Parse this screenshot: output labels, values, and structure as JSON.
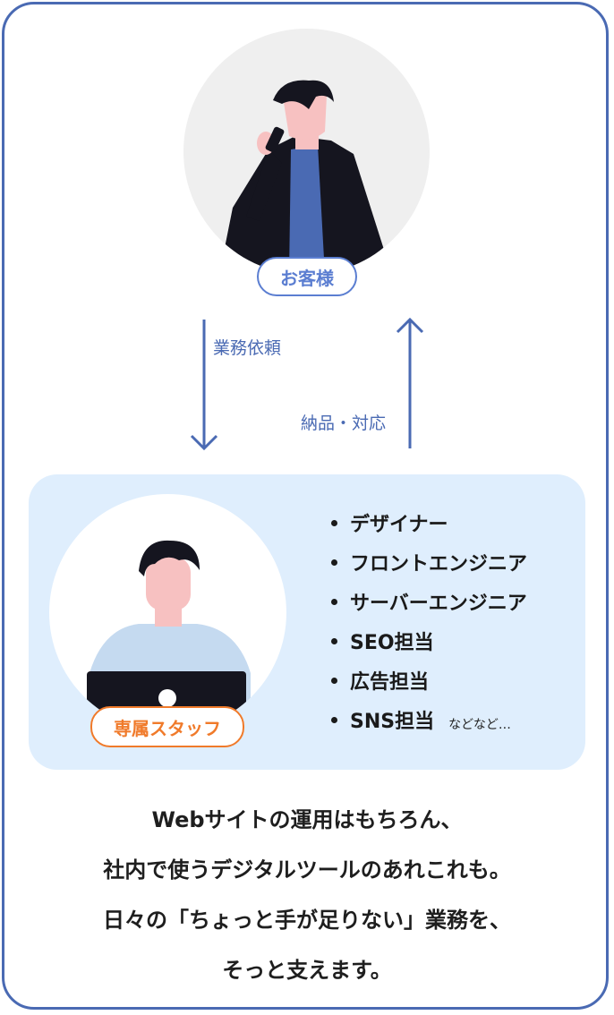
{
  "customer": {
    "label": "お客様"
  },
  "flow": {
    "request_label": "業務依頼",
    "delivery_label": "納品・対応"
  },
  "staff": {
    "label": "専属スタッフ",
    "roles": [
      "デザイナー",
      "フロントエンジニア",
      "サーバーエンジニア",
      "SEO担当",
      "広告担当",
      "SNS担当"
    ],
    "etc": "などなど…"
  },
  "message": {
    "lines": [
      "Webサイトの運用はもちろん、",
      "社内で使うデジタルツールのあれこれも。",
      "日々の「ちょっと手が足りない」業務を、",
      "そっと支えます。"
    ]
  },
  "colors": {
    "border_blue": "#4a6ab3",
    "customer_label": "#5b7ed1",
    "staff_label": "#f07a2a",
    "panel_bg": "#dfeefd",
    "circle_bg": "#efefef"
  }
}
